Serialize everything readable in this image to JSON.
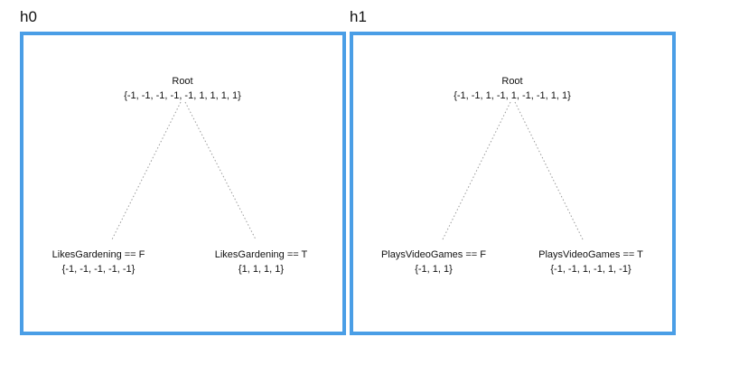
{
  "panels": [
    {
      "title": "h0",
      "root": {
        "label": "Root",
        "values": "{-1, -1, -1, -1, -1, 1, 1, 1, 1}"
      },
      "left": {
        "label": "LikesGardening == F",
        "values": "{-1, -1, -1, -1, -1}"
      },
      "right": {
        "label": "LikesGardening == T",
        "values": "{1, 1, 1, 1}"
      }
    },
    {
      "title": "h1",
      "root": {
        "label": "Root",
        "values": "{-1, -1, 1, -1, 1, -1, -1, 1, 1}"
      },
      "left": {
        "label": "PlaysVideoGames == F",
        "values": "{-1, 1, 1}"
      },
      "right": {
        "label": "PlaysVideoGames == T",
        "values": "{-1, -1, 1, -1, 1, -1}"
      }
    }
  ],
  "colors": {
    "frame": "#4a9ee6",
    "edge": "#9a9a9a"
  }
}
